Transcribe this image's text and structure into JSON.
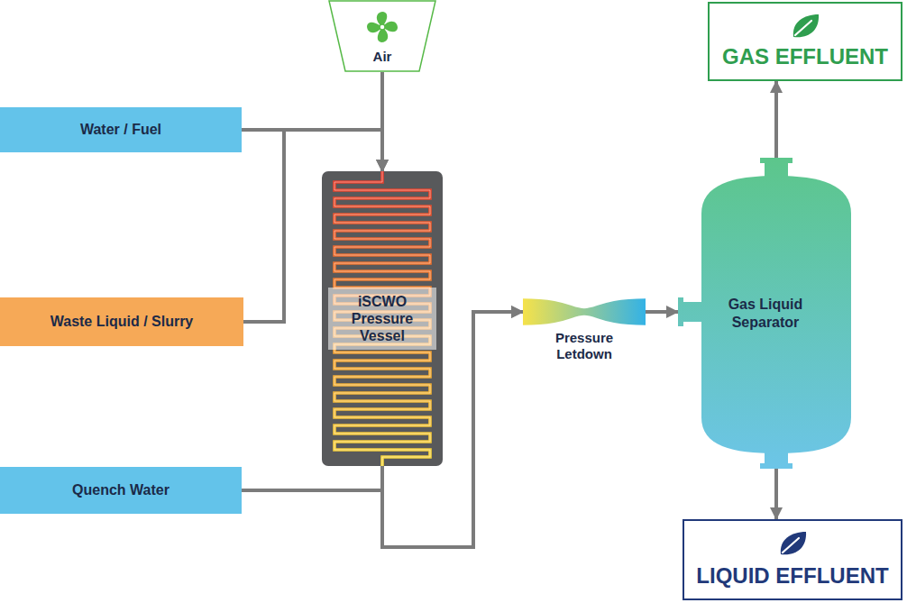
{
  "diagram": {
    "nodes": [
      {
        "text": [
          "Water / Fuel"
        ]
      },
      {
        "text": [
          "Air"
        ]
      },
      {
        "text": [
          "Waste Liquid / Slurry"
        ]
      },
      {
        "text": [
          "iSCWO Pressure Vessel"
        ]
      },
      {
        "text": [
          "Quench Water"
        ]
      },
      {
        "text": [
          "Pressure Letdown"
        ]
      },
      {
        "text": [
          "Gas Liquid Separator"
        ]
      },
      {
        "text": [
          "GAS EFFLUENT"
        ]
      },
      {
        "text": [
          "LIQUID EFFLUENT"
        ]
      }
    ],
    "edges": [
      {
        "from": 0,
        "to": 3,
        "arrow": "to"
      },
      {
        "from": 1,
        "to": 3,
        "arrow": "to"
      },
      {
        "from": 2,
        "to": 3,
        "arrow": "to"
      },
      {
        "from": 3,
        "to": 5,
        "arrow": "to"
      },
      {
        "from": 4,
        "to": 5,
        "arrow": "to"
      },
      {
        "from": 5,
        "to": 6,
        "arrow": "to"
      },
      {
        "from": 6,
        "to": 7,
        "arrow": "to"
      },
      {
        "from": 6,
        "to": 8,
        "arrow": "to"
      }
    ]
  }
}
